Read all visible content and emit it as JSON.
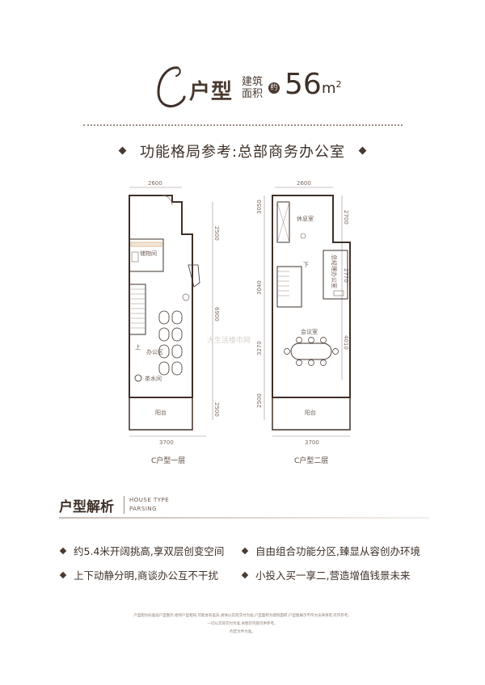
{
  "header": {
    "unit_letter": "C",
    "type_label": "户型",
    "area_label_line1": "建筑",
    "area_label_line2": "面积",
    "approx": "约",
    "area_value": "56",
    "area_unit": "m",
    "area_unit_sup": "2"
  },
  "layout_title": "功能格局参考:总部商务办公室",
  "floor1": {
    "caption": "C户型一层",
    "dims": {
      "top": "2600",
      "right_top": "2500",
      "right_mid": "6900",
      "right_bottom": "2500",
      "bottom": "3700"
    },
    "rooms": {
      "storage": "储物间",
      "office": "办公区",
      "tea": "茶水间",
      "balcony": "阳台",
      "up": "上"
    }
  },
  "floor2": {
    "caption": "C户型二层",
    "dims": {
      "top": "2600",
      "left_top": "3050",
      "left_mid": "3040",
      "left_mid2": "3270",
      "left_bottom": "2500",
      "right_top": "2700",
      "right_mid": "2770",
      "right_mid2": "4010",
      "bottom": "3700"
    },
    "rooms": {
      "lounge": "休息室",
      "manager": "总经理办公室",
      "meeting": "会议室",
      "balcony": "阳台",
      "down": "下"
    }
  },
  "watermark": "大生活楼市网",
  "analysis": {
    "title": "户型解析",
    "subtitle_line1": "HOUSE TYPE",
    "subtitle_line2": "PARSING",
    "features": [
      "约5.4米开阔挑高,享双层创变空间",
      "自由组合功能分区,臻显从容创办环境",
      "上下动静分明,商谈办公互不干扰",
      "小投入买一享二,营造增值钱景未来"
    ]
  },
  "disclaimer": {
    "line1": "户型图为标准层户型图示,相邻户型相同,可能会有差异,具体以实际交付为准,户型面积为建筑面积,户型图展示不作为法律承诺,仅作参考。",
    "line2": "一切以实际交付为准,本图示内容仅供参考。",
    "line3": "约定文件为准。"
  }
}
